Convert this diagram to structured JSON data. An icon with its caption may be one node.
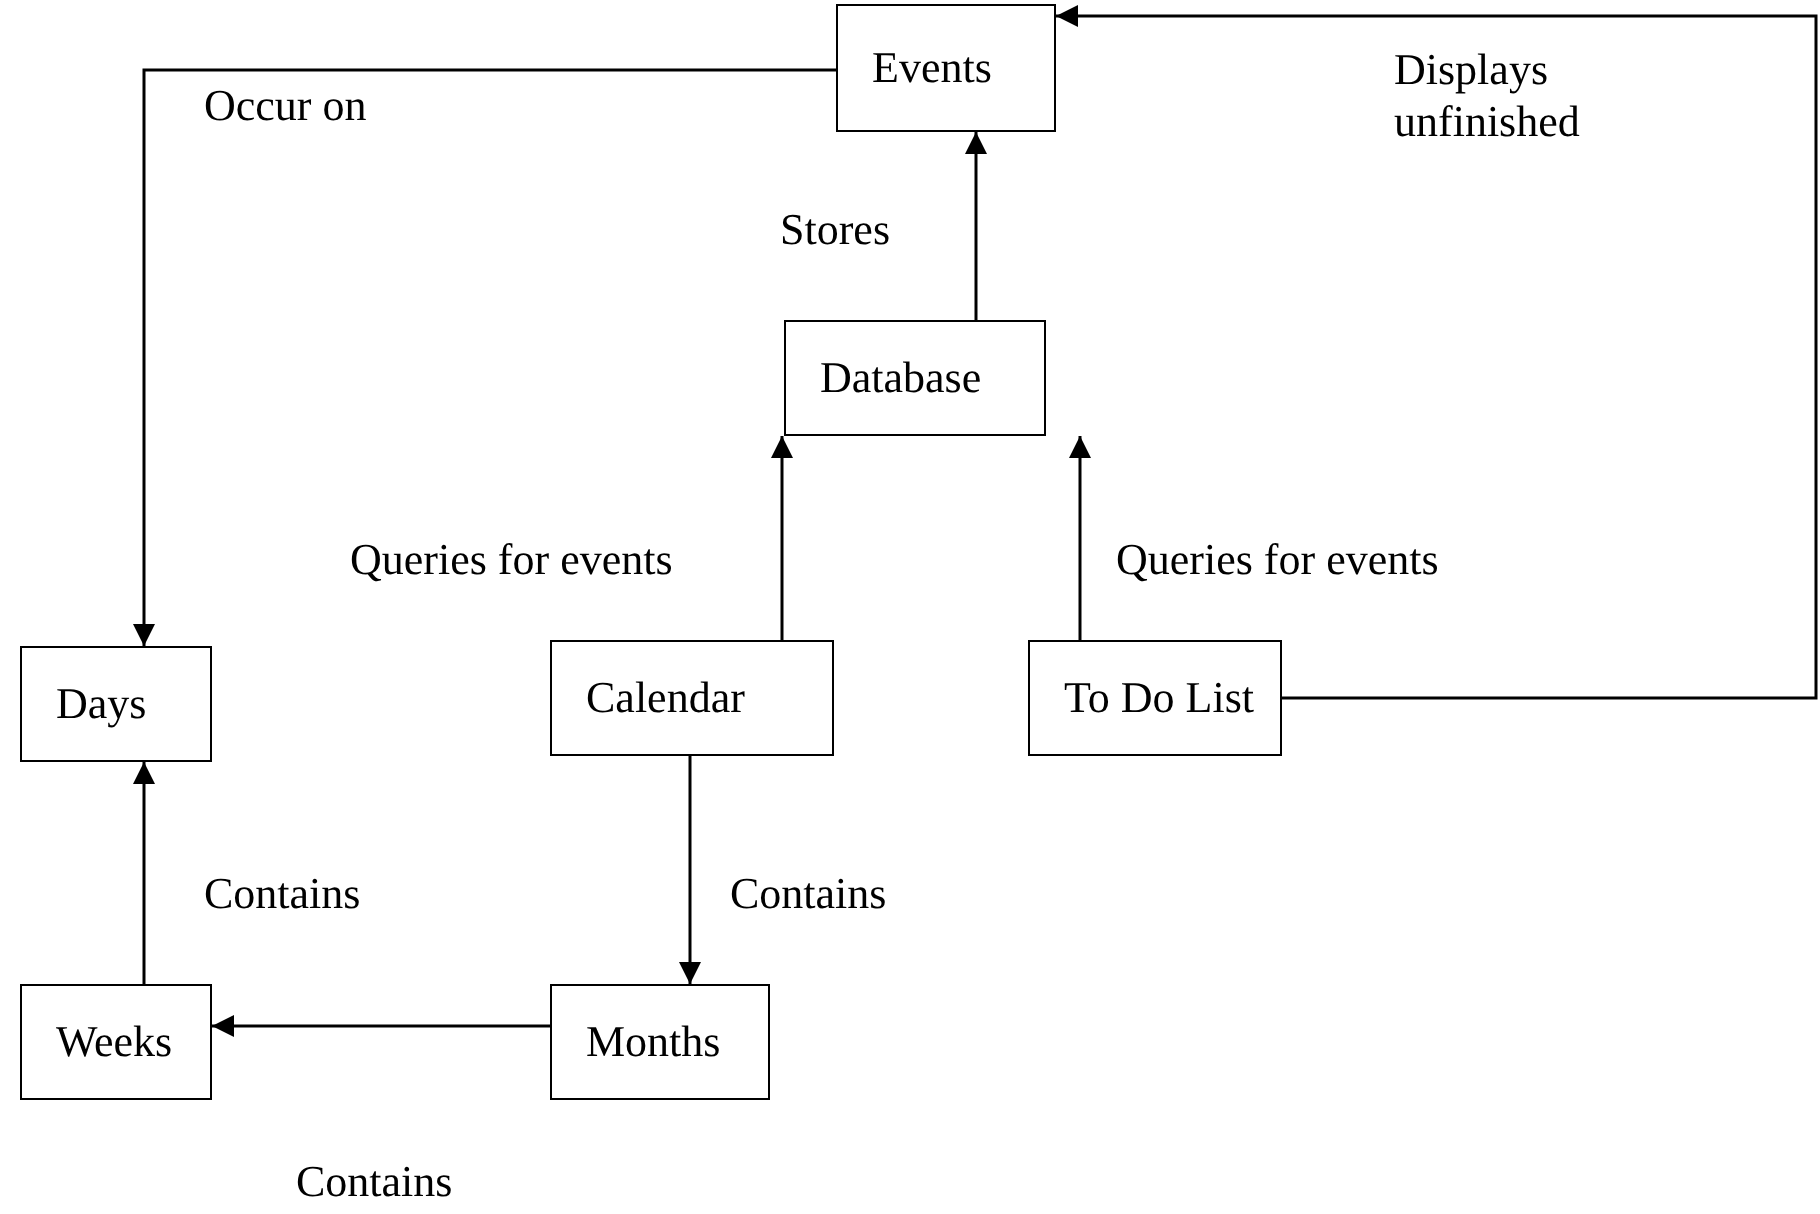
{
  "diagram": {
    "nodes": [
      {
        "text": [
          "Events"
        ]
      },
      {
        "text": [
          "Database"
        ]
      },
      {
        "text": [
          "Days"
        ]
      },
      {
        "text": [
          "Calendar"
        ]
      },
      {
        "text": [
          "To Do List"
        ]
      },
      {
        "text": [
          "Weeks"
        ]
      },
      {
        "text": [
          "Months"
        ]
      }
    ],
    "edges": [
      {
        "from": 0,
        "to": 2,
        "arrow": "to",
        "label": "Occur on"
      },
      {
        "from": 1,
        "to": 0,
        "arrow": "to",
        "label": "Stores"
      },
      {
        "from": 3,
        "to": 1,
        "arrow": "to",
        "label": "Queries for events"
      },
      {
        "from": 4,
        "to": 1,
        "arrow": "to",
        "label": "Queries for events"
      },
      {
        "from": 4,
        "to": 0,
        "arrow": "to",
        "label": "Displays unfinished"
      },
      {
        "from": 3,
        "to": 6,
        "arrow": "to",
        "label": "Contains"
      },
      {
        "from": 5,
        "to": 2,
        "arrow": "to",
        "label": "Contains"
      },
      {
        "from": 6,
        "to": 5,
        "arrow": "to",
        "label": "Contains"
      }
    ]
  }
}
